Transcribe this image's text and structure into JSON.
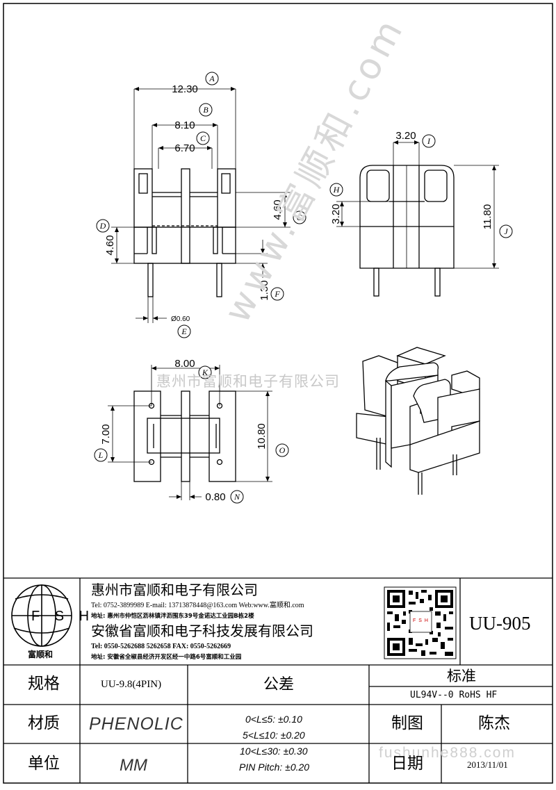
{
  "drawing": {
    "front_view": {
      "dim_A": "12.30",
      "label_A": "A",
      "dim_B": "8.10",
      "label_B": "B",
      "dim_C": "6.70",
      "label_C": "C",
      "dim_G": "4.60",
      "label_G": "G",
      "dim_D": "4.60",
      "label_D": "D",
      "dim_F": "1.30",
      "label_F": "F",
      "dim_E": "Ø0.60",
      "label_E": "E"
    },
    "side_view": {
      "dim_I": "3.20",
      "label_I": "I",
      "dim_H": "3.20",
      "label_H": "H",
      "dim_J": "11.80",
      "label_J": "J"
    },
    "bottom_view": {
      "dim_K": "8.00",
      "label_K": "K",
      "dim_L": "7.00",
      "label_L": "L",
      "dim_O": "10.80",
      "label_O": "O",
      "dim_N": "0.80",
      "label_N": "N"
    },
    "watermarks": {
      "company_line": "惠州市富顺和电子有限公司",
      "website": "fushunhe888.com",
      "diagonal": "www.富顺和.com"
    }
  },
  "title_block": {
    "logo_letters": "F S H",
    "logo_caption": "富顺和",
    "company1": "惠州市富顺和电子有限公司",
    "contact1": "Tel:  0752-3899989  E-mail: 13713878448@163.com  Web:www.富顺和.com",
    "address1": "地址: 惠州市仲恺区沥林镇泮沥围东39号金诺达工业园B栋2楼",
    "company2": "安徽省富顺和电子科技发展有限公司",
    "contact2": "Tel:  0550-5262688  5262658      FAX: 0550-5262669",
    "address2": "地址: 安徽省全椒县经济开发区经一中路6号富顺和工业园",
    "qr_caption": "F S H",
    "part_number": "UU-905",
    "spec_label": "规格",
    "spec_value": "UU-9.8(4PIN)",
    "material_label": "材质",
    "material_value": "PHENOLIC",
    "unit_label": "单位",
    "unit_value": "MM",
    "tolerance_label": "公差",
    "tolerances": [
      "0<L≤5: ±0.10",
      "5<L≤10: ±0.20",
      "10<L≤30: ±0.30",
      "PIN Pitch: ±0.20"
    ],
    "standard_label": "标准",
    "standard_value": "UL94V--0  RoHS HF",
    "drawn_label": "制图",
    "drawn_value": "陈杰",
    "date_label": "日期",
    "date_value": "2013/11/01"
  }
}
